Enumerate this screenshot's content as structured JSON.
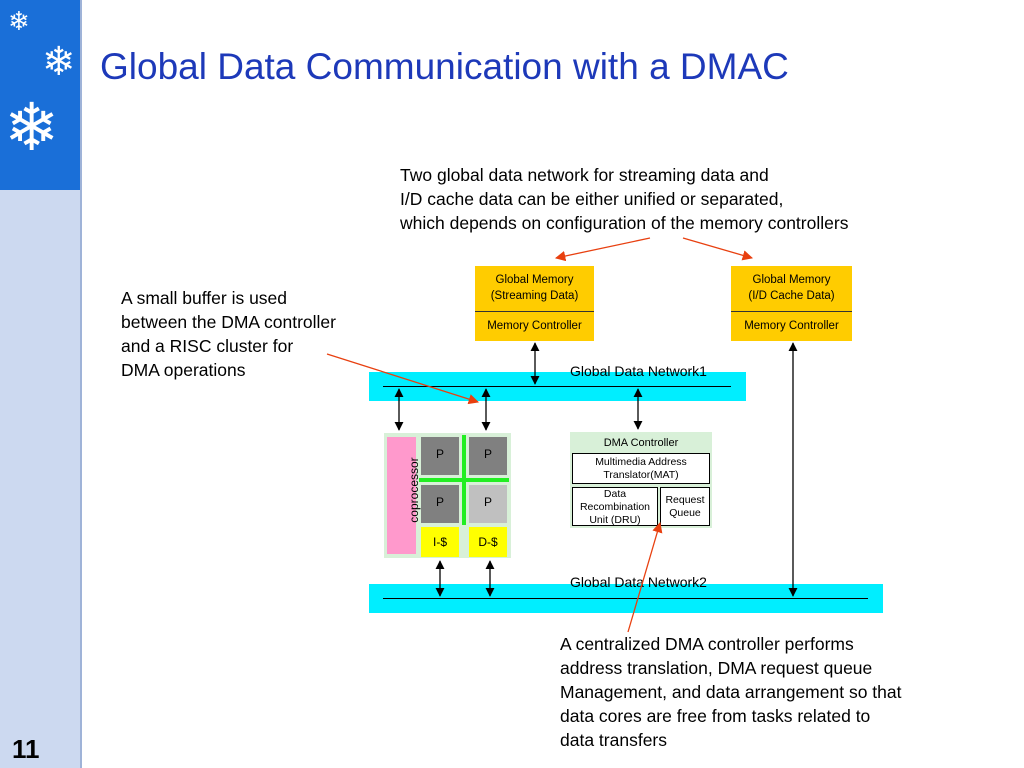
{
  "slide": {
    "title": "Global Data Communication with a DMAC",
    "page_number": "11"
  },
  "notes": {
    "top": [
      "Two global data network for streaming data  and",
      "I/D cache data can be either unified or separated,",
      "which depends on configuration of the memory controllers"
    ],
    "left": [
      "A small buffer is used",
      "between the DMA controller",
      "and a RISC cluster for",
      "DMA operations"
    ],
    "bottom": [
      "A centralized DMA controller performs",
      "address translation, DMA request queue",
      "Management, and data arrangement so that",
      "data cores are free from tasks related to",
      "data transfers"
    ]
  },
  "memory_blocks": [
    {
      "line1": "Global Memory",
      "line2": "(Streaming Data)",
      "controller": "Memory Controller"
    },
    {
      "line1": "Global Memory",
      "line2": "(I/D Cache Data)",
      "controller": "Memory Controller"
    }
  ],
  "networks": {
    "network1": "Global Data Network1",
    "network2": "Global Data Network2"
  },
  "cluster": {
    "coprocessor": "coprocessor",
    "cores": [
      "P",
      "P",
      "P",
      "P"
    ],
    "icache": "I-$",
    "dcache": "D-$"
  },
  "dma": {
    "title": "DMA Controller",
    "mat": [
      "Multimedia Address",
      "Translator(MAT)"
    ],
    "dru": [
      "Data",
      "Recombination",
      "Unit (DRU)"
    ],
    "queue": [
      "Request",
      "Queue"
    ]
  },
  "colors": {
    "title": "#1d39b9",
    "bus": "#00eeff",
    "memory": "#ffcc00",
    "cluster_bg": "#d8f0d8",
    "coprocessor": "#ff99cc",
    "cache": "#ffff00",
    "callout_arrow": "#e84010"
  }
}
